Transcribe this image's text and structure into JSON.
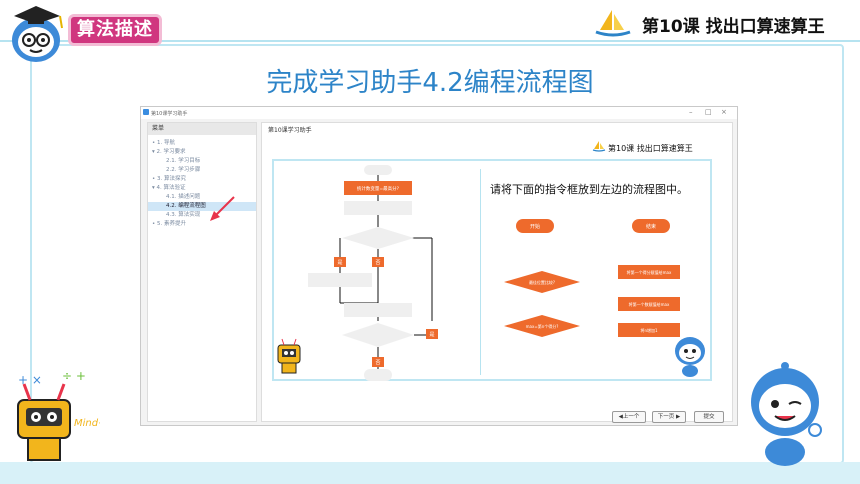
{
  "header": {
    "section_badge": "算法描述",
    "lesson_title": "第10课   找出口算速算王"
  },
  "slide": {
    "title": "完成学习助手4.2编程流程图"
  },
  "app": {
    "window_title": "第10课学习助手",
    "menu": {
      "title": "菜单",
      "items": [
        {
          "label": "• 1. 导航",
          "level": 0
        },
        {
          "label": "▾ 2. 学习要求",
          "level": 0
        },
        {
          "label": "2.1. 学习目标",
          "level": 1
        },
        {
          "label": "2.2. 学习步骤",
          "level": 1
        },
        {
          "label": "• 3. 算法探究",
          "level": 0
        },
        {
          "label": "▾ 4. 算法验证",
          "level": 0
        },
        {
          "label": "4.1. 描述问题",
          "level": 1
        },
        {
          "label": "4.2. 编程流程图",
          "level": 1,
          "selected": true
        },
        {
          "label": "4.3. 算法实现",
          "level": 1
        },
        {
          "label": "• 5. 素养提升",
          "level": 0
        }
      ]
    },
    "content": {
      "header": "第10课学习助手",
      "lesson_title": "第10课   找出口算速算王",
      "prompt": "请将下面的指令框放到左边的流程图中。",
      "flowchart": {
        "first_box": "统计数变量=最高分?",
        "yes_label": "是",
        "no_label": "否"
      },
      "palette": {
        "start": "开始",
        "end": "结束",
        "decision1": "最佳位置比较?",
        "process1": "将第一个得分赋值给max",
        "process2": "将第一个数赋值给max",
        "decision2": "max=第n个得分?",
        "process3": "将n增加1"
      },
      "buttons": {
        "prev": "◀上一个",
        "next": "下一页 ▶",
        "submit": "提交"
      }
    }
  },
  "colors": {
    "accent_blue": "#2d84c8",
    "badge_pink": "#d0367f",
    "flow_orange": "#ee6a2c",
    "frame_light_blue": "#bfe6f2"
  }
}
